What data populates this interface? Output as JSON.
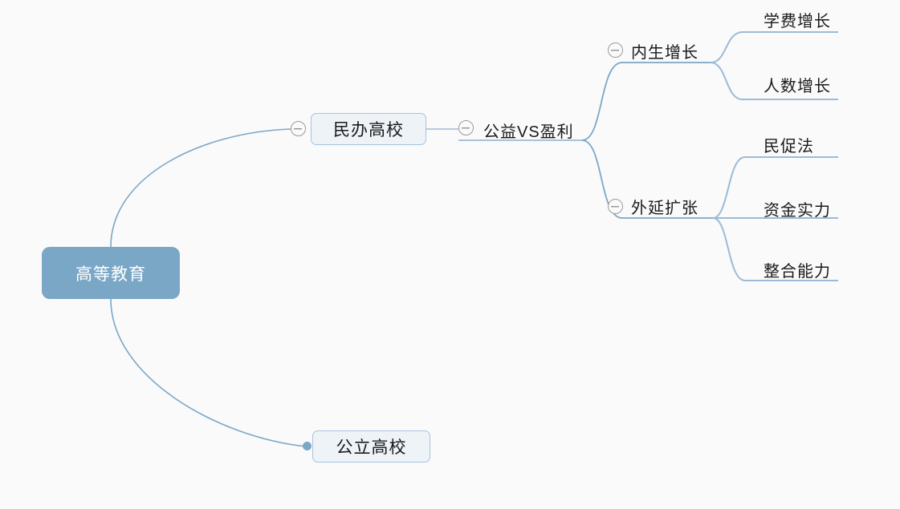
{
  "diagram": {
    "type": "mind-map",
    "title": "高等教育",
    "background_color": "#fafafa",
    "root_fill_color": "#7ba7c7",
    "root_text_color": "#ffffff",
    "node_fill_color": "#eef3f8",
    "node_border_color": "#a8c4de",
    "branch_line_color": "#7ba7c7",
    "leaf_line_color": "#9cbad6",
    "toggle_icon_color": "#9a9a9a"
  },
  "root": {
    "label": "高等教育"
  },
  "nodes": {
    "minban": {
      "label": "民办高校"
    },
    "gongli": {
      "label": "公立高校"
    },
    "gongyi": {
      "label": "公益VS盈利"
    },
    "neisheng": {
      "label": "内生增长"
    },
    "waiyan": {
      "label": "外延扩张"
    },
    "xuefei": {
      "label": "学费增长"
    },
    "renshu": {
      "label": "人数增长"
    },
    "mincu": {
      "label": "民促法"
    },
    "zijin": {
      "label": "资金实力"
    },
    "zhenghe": {
      "label": "整合能力"
    }
  },
  "toggles": {
    "minban_state": "expanded",
    "gongyi_state": "expanded",
    "neisheng_state": "expanded",
    "waiyan_state": "expanded"
  },
  "tree": [
    {
      "label": "高等教育",
      "children": [
        {
          "label": "民办高校",
          "children": [
            {
              "label": "公益VS盈利",
              "children": [
                {
                  "label": "内生增长",
                  "children": [
                    {
                      "label": "学费增长",
                      "children": []
                    },
                    {
                      "label": "人数增长",
                      "children": []
                    }
                  ]
                },
                {
                  "label": "外延扩张",
                  "children": [
                    {
                      "label": "民促法",
                      "children": []
                    },
                    {
                      "label": "资金实力",
                      "children": []
                    },
                    {
                      "label": "整合能力",
                      "children": []
                    }
                  ]
                }
              ]
            }
          ]
        },
        {
          "label": "公立高校",
          "children": []
        }
      ]
    }
  ]
}
